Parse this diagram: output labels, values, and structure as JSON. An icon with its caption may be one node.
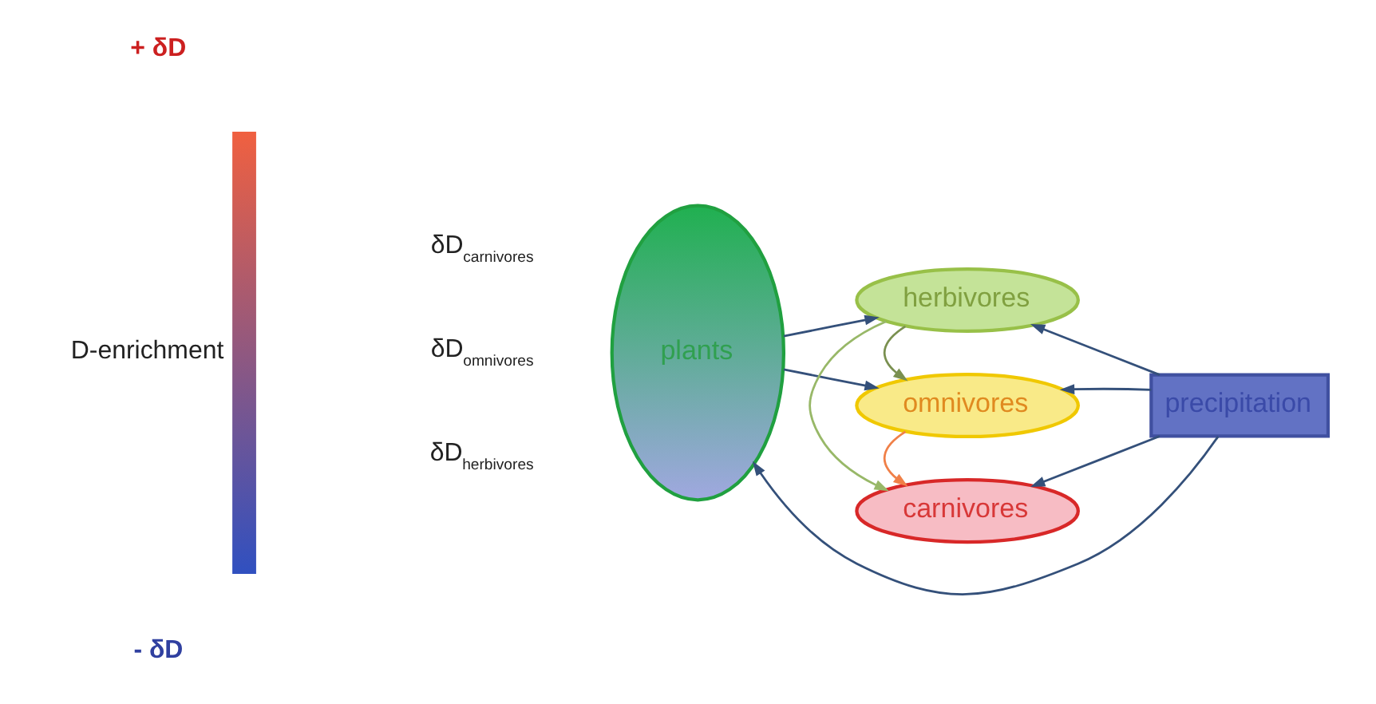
{
  "diagram": {
    "nodes": [
      {
        "text": [
          "carnivores"
        ]
      },
      {
        "text": [
          "omnivores"
        ]
      },
      {
        "text": [
          "plants"
        ]
      },
      {
        "text": [
          "precipitation"
        ]
      },
      {
        "text": [
          "herbivores"
        ]
      }
    ],
    "edges": [
      {
        "from": 4,
        "to": 0,
        "arrow": "to",
        "color": "#98b868"
      },
      {
        "from": 1,
        "to": 0,
        "arrow": "to",
        "color": "#f08048"
      },
      {
        "from": 2,
        "to": 1,
        "arrow": "to"
      },
      {
        "from": 2,
        "to": 4,
        "arrow": "to"
      },
      {
        "from": 4,
        "to": 1,
        "arrow": "to",
        "color": "#7a9050"
      },
      {
        "from": 3,
        "to": 0,
        "arrow": "to"
      },
      {
        "from": 3,
        "to": 1,
        "arrow": "to"
      },
      {
        "from": 3,
        "to": 2,
        "arrow": "to"
      },
      {
        "from": 3,
        "to": 4,
        "arrow": "to"
      }
    ],
    "labels": [
      "δD$_{carnivores}$",
      "+ δD",
      "δD$_{omnivores}$",
      "D-enrichment",
      "δD$_{herbivores}$",
      "- δD"
    ]
  }
}
